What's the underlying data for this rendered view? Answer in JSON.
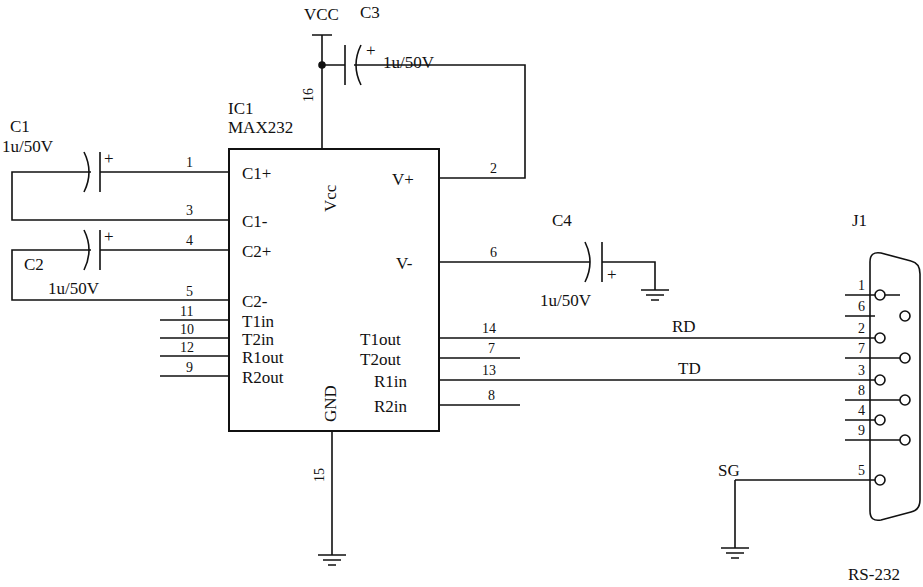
{
  "diagram": {
    "nodes": [
      {
        "text": [
          "C1+",
          "Vcc",
          "V+",
          "C1-",
          "C2+",
          "V-",
          "C2-",
          "T1in",
          "T2in",
          "R1out",
          "R2out",
          "T1out",
          "T2out",
          "R1in",
          "R2in",
          "GND"
        ]
      }
    ],
    "labels": [
      "VCC",
      "C3",
      "+",
      "1u/50V",
      "IC1",
      "MAX232",
      "16",
      "C1",
      "1u/50V",
      "+",
      "1",
      "3",
      "4",
      "C2",
      "+",
      "1u/50V",
      "5",
      "11",
      "10",
      "12",
      "9",
      "2",
      "C4",
      "+",
      "6",
      "1u/50V",
      "14",
      "7",
      "13",
      "8",
      "RD",
      "TD",
      "15",
      "SG",
      "J1",
      "1",
      "6",
      "2",
      "7",
      "3",
      "8",
      "4",
      "9",
      "5",
      "RS-232"
    ]
  }
}
